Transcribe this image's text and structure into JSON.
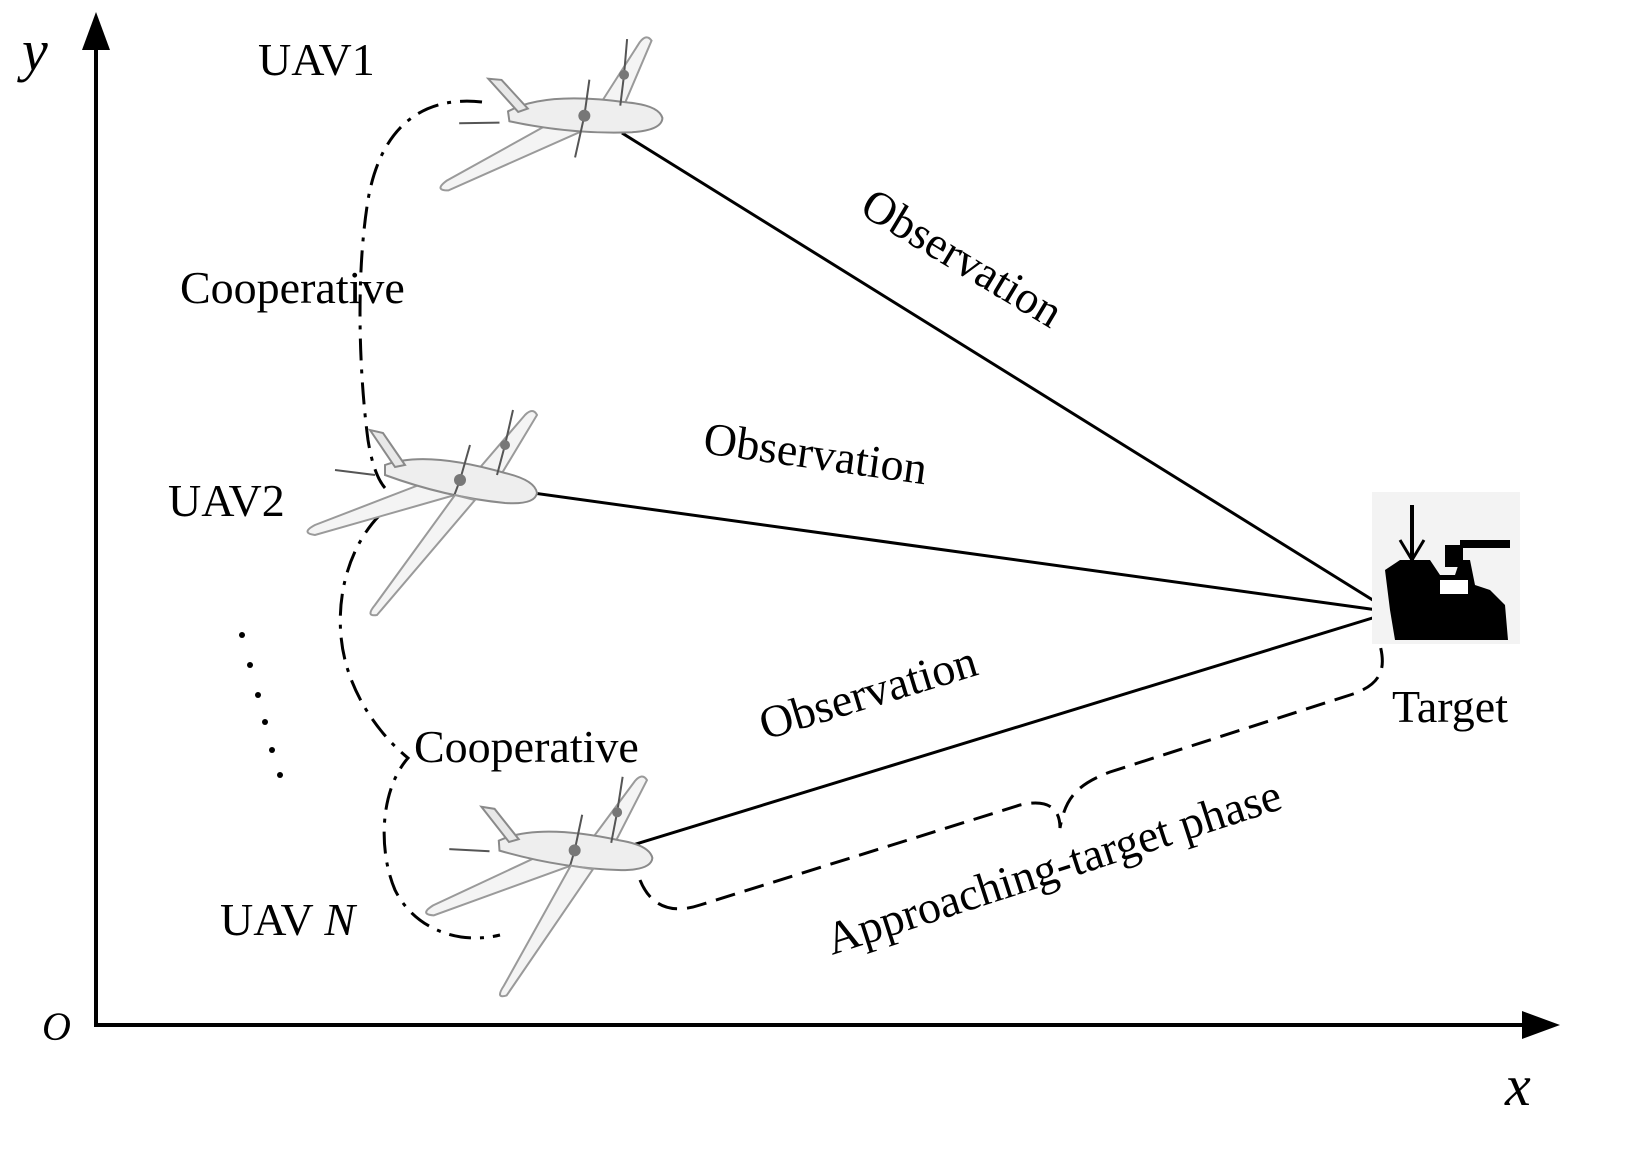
{
  "axes": {
    "x_label": "x",
    "y_label": "y",
    "origin_label": "O"
  },
  "uavs": [
    {
      "label": "UAV1",
      "italic_suffix": ""
    },
    {
      "label": "UAV2",
      "italic_suffix": ""
    },
    {
      "label": "UAV ",
      "italic_suffix": "N"
    }
  ],
  "links": {
    "observation_1": "Observation",
    "observation_2": "Observation",
    "observation_3": "Observation",
    "cooperative_1": "Cooperative",
    "cooperative_2": "Cooperative"
  },
  "target": {
    "label": "Target"
  },
  "phase": {
    "label": "Approaching-target phase"
  },
  "colors": {
    "line": "#000000",
    "uav_body": "#f2f2f2",
    "uav_edge": "#8a8a8a",
    "target": "#000000"
  }
}
